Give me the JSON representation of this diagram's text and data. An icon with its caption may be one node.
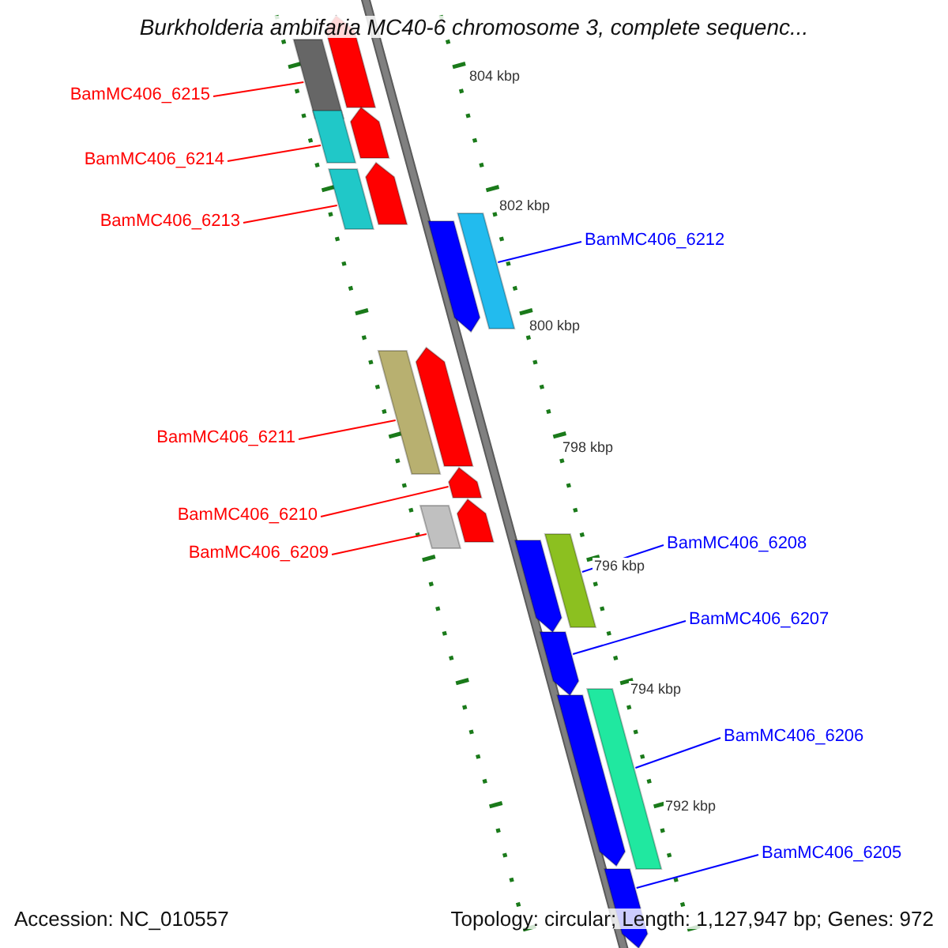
{
  "diagram": {
    "title": "Burkholderia ambifaria MC40-6 chromosome 3, complete sequenc...",
    "nodes": [
      {
        "text": [],
        "shape": "bar"
      },
      {
        "text": [],
        "shape": "bar"
      },
      {
        "text": [],
        "shape": "bar"
      },
      {
        "text": [],
        "shape": "bar"
      },
      {
        "text": [],
        "shape": "bar"
      },
      {
        "text": [],
        "shape": "bar"
      },
      {
        "text": [],
        "shape": "bar"
      },
      {
        "text": [],
        "shape": "bar"
      },
      {
        "text": [],
        "shape": "bar"
      },
      {
        "text": [],
        "shape": "bar"
      },
      {
        "text": [],
        "shape": "bar"
      },
      {
        "text": [],
        "shape": "bar"
      },
      {
        "text": [],
        "shape": "bar"
      },
      {
        "text": [],
        "shape": "bar"
      },
      {
        "text": [],
        "shape": "bar"
      },
      {
        "text": [],
        "shape": "bar"
      },
      {
        "text": [],
        "shape": "bar"
      },
      {
        "text": [],
        "shape": "bar"
      },
      {
        "text": [],
        "shape": "bar"
      },
      {
        "text": [
          "BamMC406_6215"
        ]
      },
      {
        "text": [
          "BamMC406_6214"
        ]
      },
      {
        "text": [
          "BamMC406_6213"
        ]
      },
      {
        "text": [
          "BamMC406_6212"
        ]
      },
      {
        "text": [
          "BamMC406_6211"
        ]
      },
      {
        "text": [
          "BamMC406_6210"
        ]
      },
      {
        "text": [
          "BamMC406_6209"
        ]
      },
      {
        "text": [
          "BamMC406_6208"
        ]
      },
      {
        "text": [
          "BamMC406_6207"
        ]
      },
      {
        "text": [
          "BamMC406_6206"
        ]
      },
      {
        "text": [
          "BamMC406_6205"
        ]
      }
    ],
    "edges": [
      {
        "from": 19,
        "to": 0,
        "arrow": "none"
      },
      {
        "from": 20,
        "to": 2,
        "arrow": "none"
      },
      {
        "from": 21,
        "to": 4,
        "arrow": "none"
      },
      {
        "from": 22,
        "to": 7,
        "arrow": "none",
        "color": "#0000ff"
      },
      {
        "from": 23,
        "to": 8,
        "arrow": "none"
      },
      {
        "from": 24,
        "to": 10,
        "arrow": "none"
      },
      {
        "from": 25,
        "to": 11,
        "arrow": "none"
      },
      {
        "from": 26,
        "to": 14,
        "arrow": "none",
        "color": "#0000ff"
      },
      {
        "from": 27,
        "to": 15,
        "arrow": "none",
        "color": "#0000ff"
      },
      {
        "from": 28,
        "to": 17,
        "arrow": "none",
        "color": "#0000ff"
      },
      {
        "from": 29,
        "to": 18,
        "arrow": "none",
        "color": "#0000ff"
      }
    ],
    "labels": [
      "804 kbp",
      "802 kbp",
      "800 kbp",
      "798 kbp",
      "796 kbp",
      "794 kbp",
      "792 kbp",
      "Accession: NC_010557",
      "Topology: circular; Length: 1,127,947 bp; Genes: 972"
    ]
  }
}
